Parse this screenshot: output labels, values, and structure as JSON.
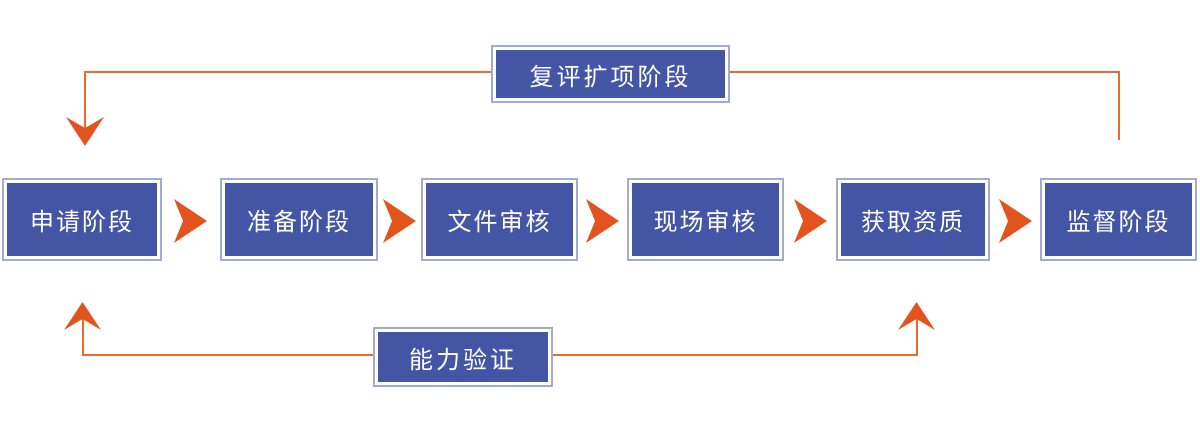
{
  "diagram": {
    "stages": [
      {
        "label": "申请阶段"
      },
      {
        "label": "准备阶段"
      },
      {
        "label": "文件审核"
      },
      {
        "label": "现场审核"
      },
      {
        "label": "获取资质"
      },
      {
        "label": "监督阶段"
      }
    ],
    "top_loop": {
      "label": "复评扩项阶段"
    },
    "bottom_loop": {
      "label": "能力验证"
    },
    "colors": {
      "box_fill": "#4355A4",
      "box_border": "#9FABD2",
      "box_text": "#FFFFFF",
      "arrow": "#E2531D",
      "line": "#ED6A2E",
      "background": "#FFFFFF"
    }
  }
}
